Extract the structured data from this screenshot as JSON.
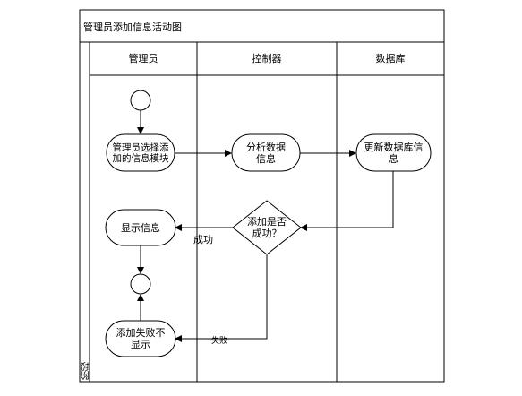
{
  "title": "管理员添加信息活动图",
  "side_label": "阶段",
  "lanes": [
    {
      "name": "管理员"
    },
    {
      "name": "控制器"
    },
    {
      "name": "数据库"
    }
  ],
  "nodes": {
    "select_add": "管理员选择添加的信息模块",
    "analyze": "分析数据信息",
    "update_db": "更新数据库信息",
    "decision": "添加是否成功？",
    "show_info": "显示信息",
    "add_fail": "添加失败不显示"
  },
  "edge_labels": {
    "success": "成功",
    "fail": "失败"
  }
}
